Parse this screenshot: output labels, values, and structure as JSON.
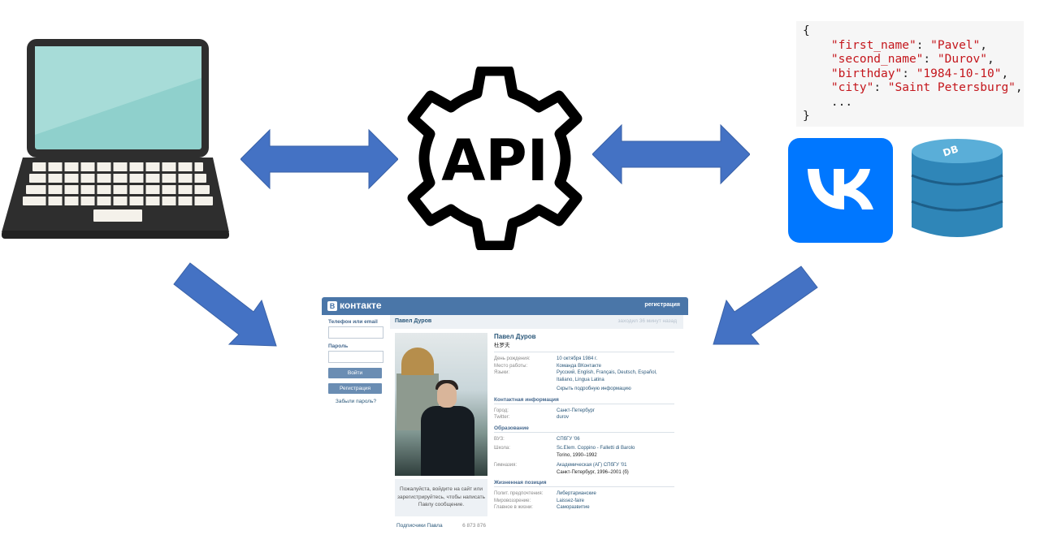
{
  "api": {
    "label": "API"
  },
  "db": {
    "label": "DB"
  },
  "json_block": {
    "open": "{",
    "close": "}",
    "lines": [
      {
        "key": "\"first_name\"",
        "value": "\"Pavel\""
      },
      {
        "key": "\"second_name\"",
        "value": "\"Durov\""
      },
      {
        "key": "\"birthday\"",
        "value": "\"1984-10-10\""
      },
      {
        "key": "\"city\"",
        "value": "\"Saint Petersburg\""
      }
    ],
    "ellipsis": "..."
  },
  "colors": {
    "arrow": "#4472c4",
    "vk_blue": "#0077ff",
    "db": "#2f86b8",
    "laptop_screen": "#8fd0cc"
  },
  "vk_page": {
    "logo": "контакте",
    "logo_letter": "В",
    "register_link": "регистрация",
    "sidebar": {
      "phone_label": "Телефон или email",
      "password_label": "Пароль",
      "login_button": "Войти",
      "register_button": "Регистрация",
      "forgot_link": "Забыли пароль?"
    },
    "header_name": "Павел Дуров",
    "online": "заходил 36 минут назад",
    "write_prompt": "Пожалуйста, войдите на сайт или зарегистрируйтесь, чтобы написать Павлу сообщение.",
    "subscribers_label": "Подписчики Павла",
    "subscribers_count": "6 873 876",
    "profile": {
      "name": "Павел Дуров",
      "name_cn": "杜罗夫",
      "rows": [
        {
          "k": "День рождения:",
          "v": "10 октября 1984 г."
        },
        {
          "k": "Место работы:",
          "v": "Команда ВКонтакте"
        },
        {
          "k": "Языки:",
          "v": "Русский, English, Français, Deutsch, Español, Italiano, Lingua Latina"
        }
      ],
      "hide_info": "Скрыть подробную информацию",
      "contact_title": "Контактная информация",
      "contact_rows": [
        {
          "k": "Город:",
          "v": "Санкт-Петербург"
        },
        {
          "k": "Twitter:",
          "v": "durov"
        }
      ],
      "education_title": "Образование",
      "education_rows": [
        {
          "k": "ВУЗ:",
          "v": "СПбГУ '06"
        },
        {
          "k": "Школа:",
          "v": "Sc.Elem. Coppino - Falletti di Barolo",
          "sub": "Torino, 1990–1992"
        },
        {
          "k": "Гимназия:",
          "v": "Академическая (АГ) СПбГУ '01",
          "sub": "Санкт-Петербург, 1996–2001 (б)"
        }
      ],
      "position_title": "Жизненная позиция",
      "position_rows": [
        {
          "k": "Полит. предпочтения:",
          "v": "Либертарианские"
        },
        {
          "k": "Мировоззрение:",
          "v": "Laissez-faire"
        },
        {
          "k": "Главное в жизни:",
          "v": "Саморазвитие"
        }
      ]
    }
  }
}
